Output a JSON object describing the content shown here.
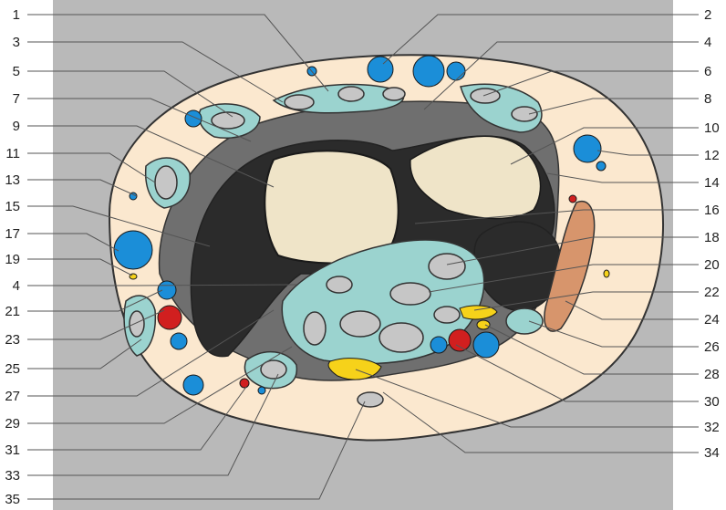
{
  "figure": {
    "colors": {
      "panel": "#b9b9b9",
      "skin": "#fbe8cf",
      "fascia": "#6f6f6f",
      "tendon_sheath": "#9bd3cf",
      "tendon": "#c6c6c6",
      "bone_cortex": "#2b2b2b",
      "bone_marrow": "#efe4c8",
      "vein": "#1b8ed8",
      "artery": "#d11f1f",
      "nerve": "#f6d21a",
      "muscle": "#d7956c",
      "outline": "#333333"
    },
    "labels_left": [
      "1",
      "3",
      "5",
      "7",
      "9",
      "11",
      "13",
      "15",
      "17",
      "19",
      "4",
      "21",
      "23",
      "25",
      "27",
      "29",
      "31",
      "33",
      "35"
    ],
    "labels_right": [
      "2",
      "4",
      "6",
      "8",
      "10",
      "12",
      "14",
      "16",
      "18",
      "20",
      "22",
      "24",
      "26",
      "28",
      "30",
      "32",
      "34"
    ]
  }
}
